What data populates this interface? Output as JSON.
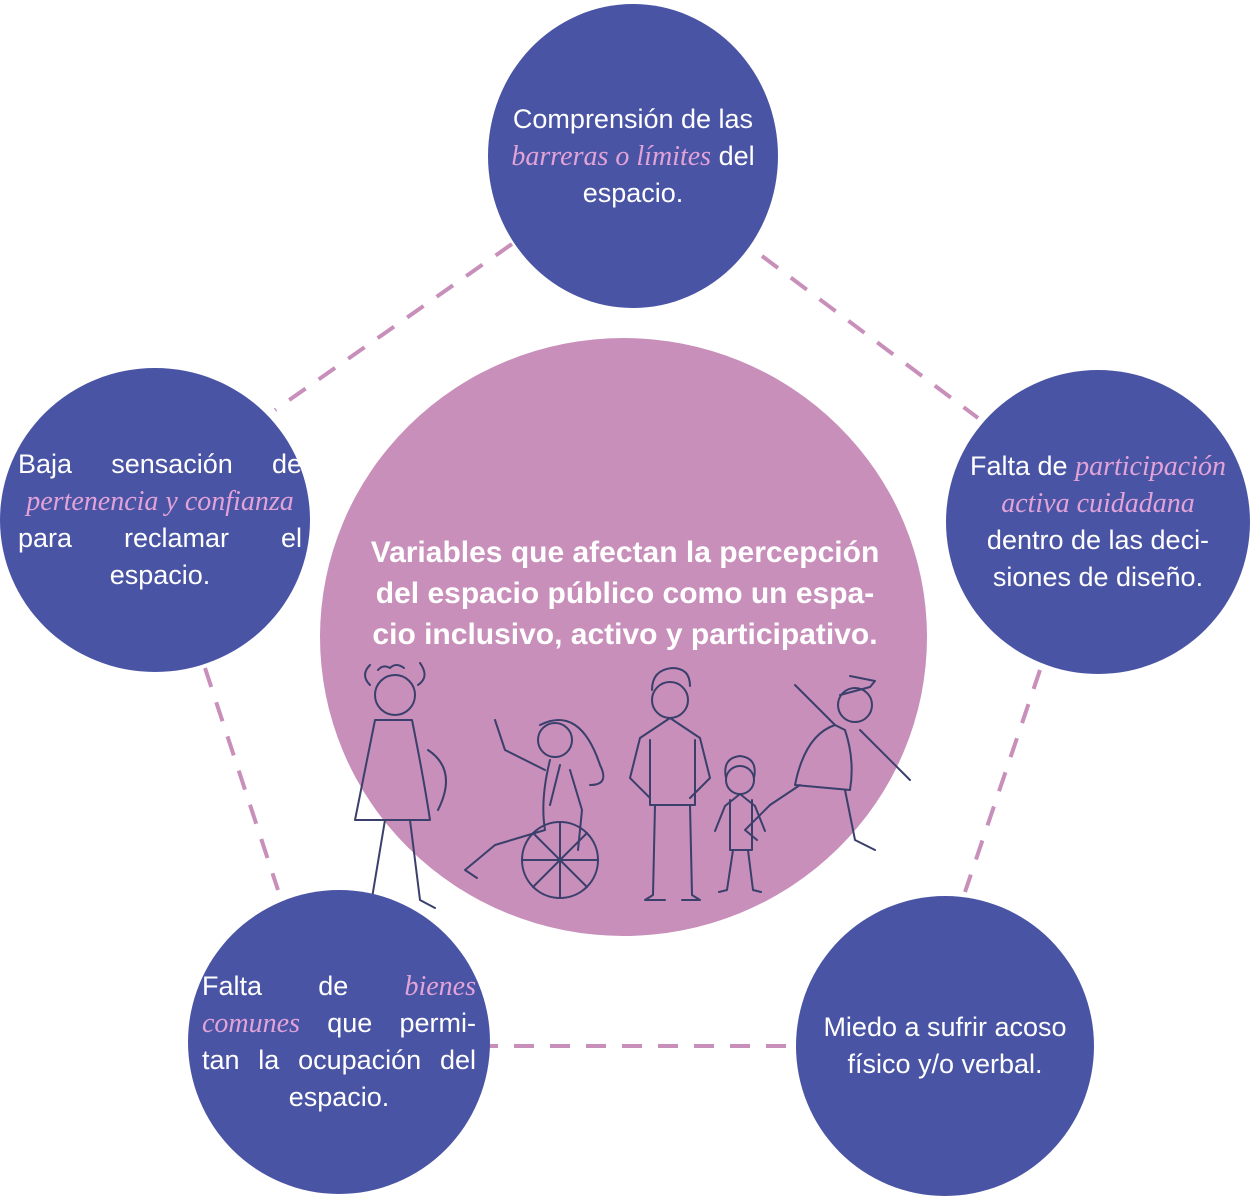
{
  "diagram": {
    "center": {
      "title_lines": [
        "Variables que afectan la percepción",
        "del espacio público como un espa-",
        "cio inclusivo, activo y participativo."
      ]
    },
    "nodes": {
      "top": {
        "line1": "Comprensión de las",
        "highlight": "barreras o límites",
        "line2_rest": "del",
        "line3": "espacio."
      },
      "right": {
        "line1_pre": "Falta de",
        "highlight1": "participación",
        "highlight2": "activa cuidadana",
        "line3": "dentro de las deci-",
        "line4": "siones de diseño."
      },
      "left": {
        "line1": "Baja sensación de",
        "highlight": "pertenencia y confianza",
        "line3": "para reclamar el",
        "line4": "espacio."
      },
      "bottom_left": {
        "line1_pre": "Falta de",
        "highlight1": "bienes",
        "highlight2": "comunes",
        "line2_rest": "que permi-",
        "line3": "tan la ocupación del",
        "line4": "espacio."
      },
      "bottom_right": {
        "line1": "Miedo a sufrir acoso",
        "line2": "físico y/o verbal."
      }
    },
    "colors": {
      "node_fill": "#4a54a4",
      "center_fill": "#c88fba",
      "highlight_text": "#e2a3d8",
      "dashed_ring": "#c88fba",
      "sketch_stroke": "#3a3f6b"
    }
  }
}
